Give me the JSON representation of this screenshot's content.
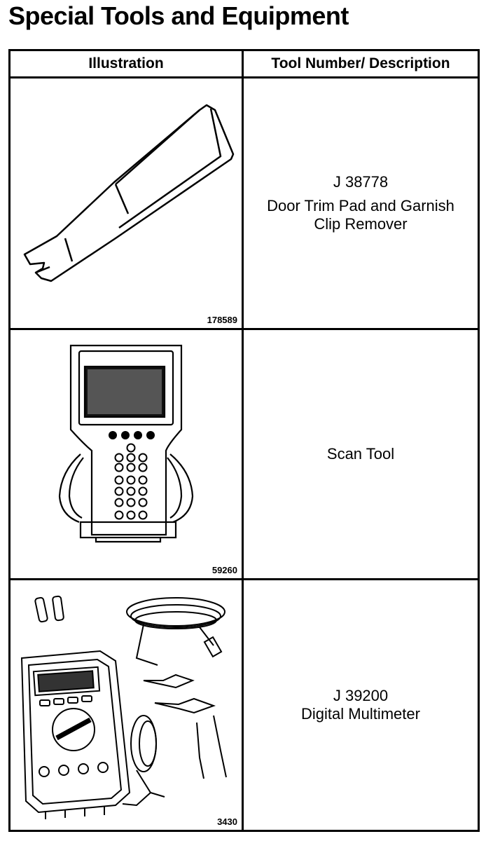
{
  "page": {
    "title": "Special Tools and Equipment"
  },
  "table": {
    "headers": [
      "Illustration",
      "Tool Number/ Description"
    ],
    "rows": [
      {
        "figure": "178589",
        "tool_number": "J 38778",
        "description": [
          "Door Trim Pad and Garnish",
          "Clip Remover"
        ]
      },
      {
        "figure": "59260",
        "tool_number": "",
        "description": [
          "Scan Tool"
        ]
      },
      {
        "figure": "3430",
        "tool_number": "J 39200",
        "description": [
          "Digital Multimeter"
        ]
      }
    ]
  }
}
